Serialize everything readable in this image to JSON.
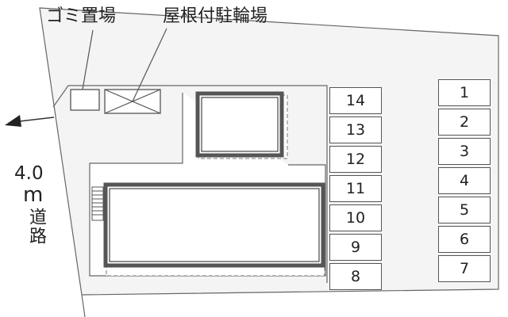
{
  "labels": {
    "garbage": "ゴミ置場",
    "bike_parking": "屋根付駐輪場",
    "road_width": "4.0",
    "road_unit": "m",
    "road_name": "道路"
  },
  "parking": {
    "left_column": [
      "14",
      "13",
      "12",
      "11",
      "10",
      "9",
      "8"
    ],
    "right_column": [
      "1",
      "2",
      "3",
      "4",
      "5",
      "6",
      "7"
    ]
  },
  "colors": {
    "site_fill": "#f4f4f4",
    "building_outline": "#555555",
    "line": "#555555"
  }
}
